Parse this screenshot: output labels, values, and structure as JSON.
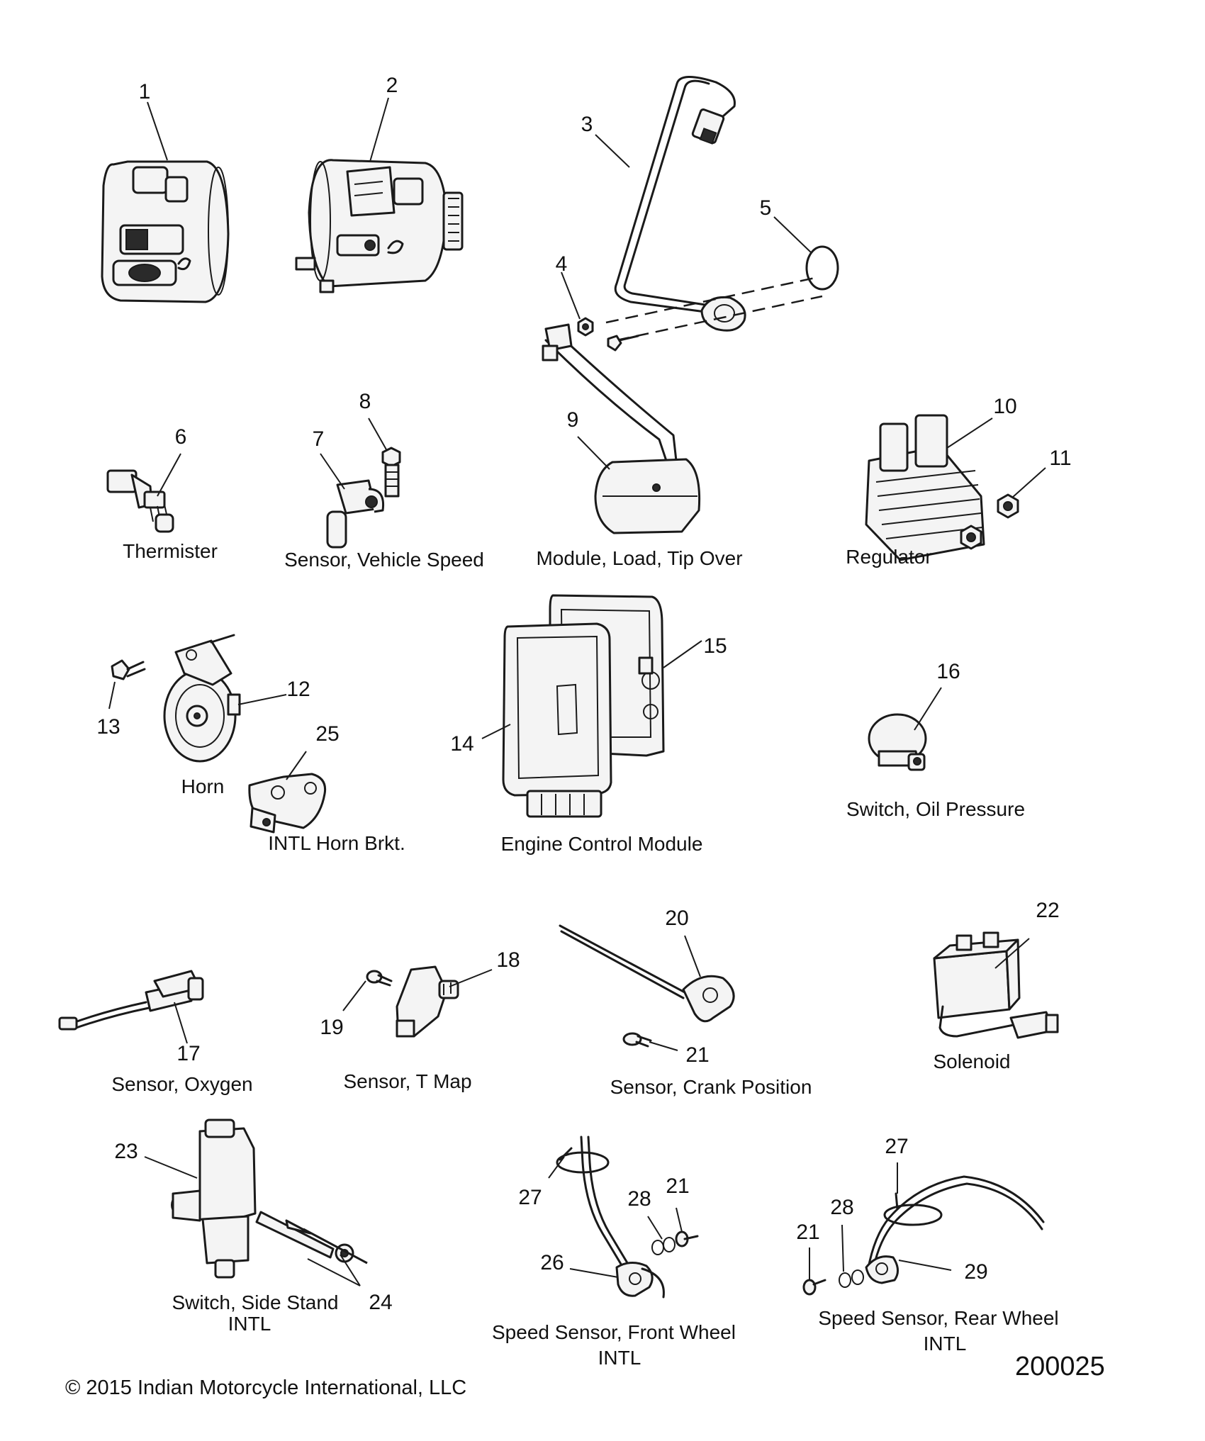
{
  "callouts": [
    "1",
    "2",
    "3",
    "4",
    "5",
    "6",
    "7",
    "8",
    "9",
    "10",
    "11",
    "12",
    "13",
    "14",
    "15",
    "16",
    "17",
    "18",
    "19",
    "20",
    "21",
    "22",
    "23",
    "24",
    "25",
    "26",
    "27",
    "28",
    "29"
  ],
  "labels": {
    "thermister": "Thermister",
    "vehicle_speed": "Sensor, Vehicle Speed",
    "tip_over": "Module, Load, Tip Over",
    "regulator": "Regulator",
    "horn": "Horn",
    "horn_brkt": "INTL Horn Brkt.",
    "ecm": "Engine Control Module",
    "oil_pressure": "Switch, Oil Pressure",
    "oxygen": "Sensor, Oxygen",
    "t_map": "Sensor, T Map",
    "crank": "Sensor, Crank Position",
    "solenoid": "Solenoid",
    "side_stand": "Switch, Side Stand",
    "side_stand_sub": "INTL",
    "front_wheel": "Speed Sensor, Front Wheel",
    "front_wheel_sub": "INTL",
    "rear_wheel": "Speed Sensor, Rear Wheel",
    "rear_wheel_sub": "INTL"
  },
  "footer": {
    "copyright": "© 2015 Indian Motorcycle International, LLC",
    "code": "200025"
  }
}
